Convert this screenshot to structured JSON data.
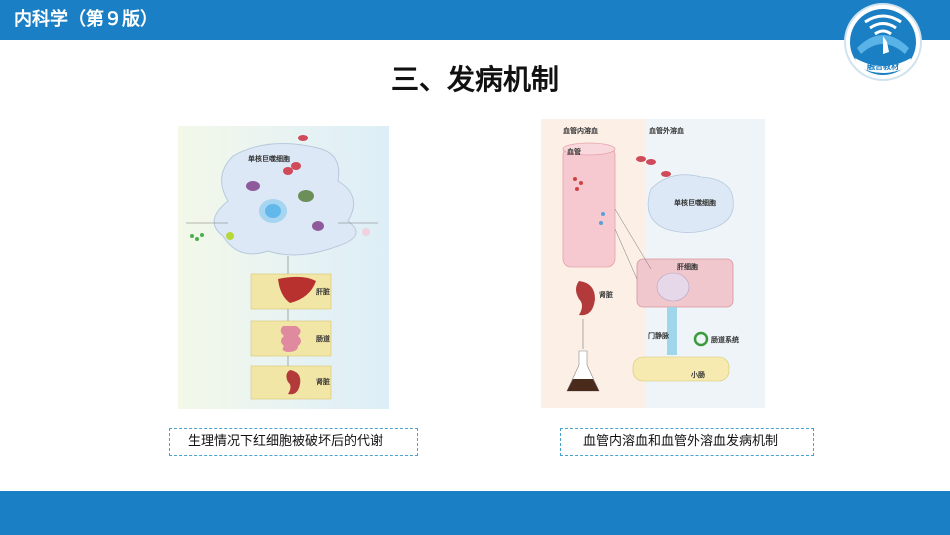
{
  "header": {
    "title": "内科学（第９版）",
    "logo_text": "融合教材"
  },
  "slide": {
    "title": "三、发病机制"
  },
  "figure_left": {
    "labels": {
      "cell": "单核巨噬细胞",
      "liver": "肝脏",
      "intestine": "肠道",
      "kidney": "肾脏"
    }
  },
  "figure_right": {
    "labels": {
      "intravascular": "血管内溶血",
      "extravascular": "血管外溶血",
      "vessel": "血管",
      "macrophage": "单核巨噬细胞",
      "liver_cell": "肝细胞",
      "kidney": "肾脏",
      "portal_vein": "门静脉",
      "intestine": "小肠",
      "enterohepatic": "肠道系统"
    }
  },
  "captions": {
    "left": "生理情况下红细胞被破坏后的代谢",
    "right": "血管内溶血和血管外溶血发病机制"
  }
}
